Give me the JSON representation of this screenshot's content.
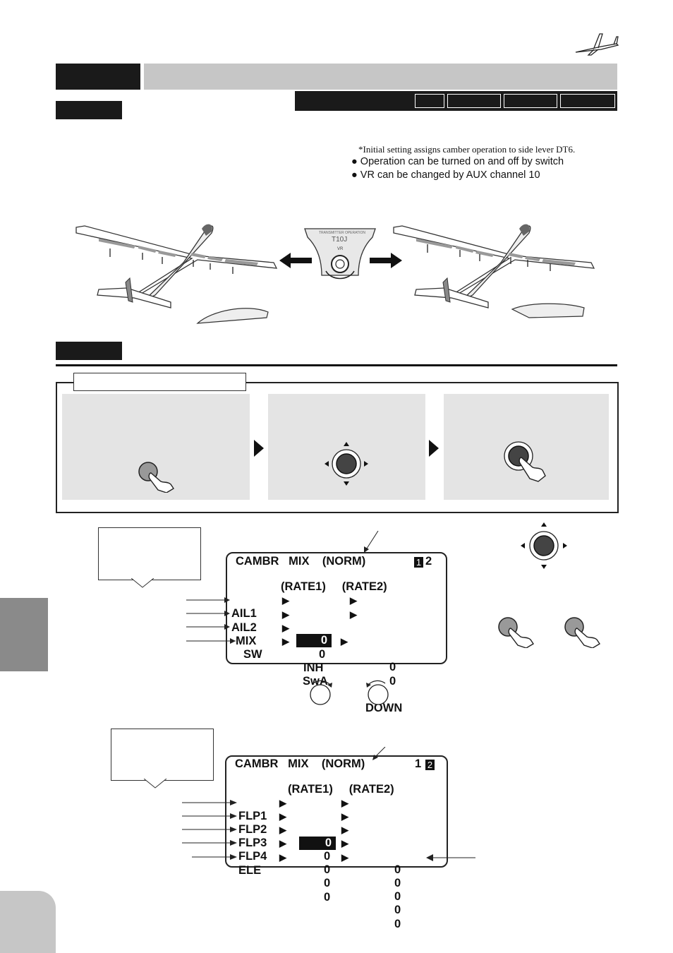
{
  "notes": {
    "initial_setting": "*Initial setting assigns camber operation to side lever DT6.",
    "bullet1": "● Operation can be turned on and off by switch",
    "bullet2": "● VR can be changed by AUX channel 10"
  },
  "transmitter": {
    "brand_text": "TRANSMITTER OPERATION",
    "model_text": "T10J",
    "vr_label": "VR"
  },
  "screen1": {
    "title": "CAMBR   MIX    (NORM)",
    "page_active": "1",
    "page_other": "2",
    "header": "(RATE1)     (RATE2)",
    "rows": [
      {
        "label": "AIL1",
        "v1": "0",
        "v2": "0"
      },
      {
        "label": "AIL2",
        "v1": "0",
        "v2": "0"
      },
      {
        "label": "MIX",
        "v1": "INH"
      },
      {
        "label": "SW",
        "v1": "SwA",
        "v2": "DOWN"
      }
    ]
  },
  "screen2": {
    "title": "CAMBR   MIX    (NORM)",
    "page_other": "1",
    "page_active": "2",
    "header": "(RATE1)     (RATE2)",
    "rows": [
      {
        "label": "FLP1",
        "v1": "0",
        "v2": "0"
      },
      {
        "label": "FLP2",
        "v1": "0",
        "v2": "0"
      },
      {
        "label": "FLP3",
        "v1": "0",
        "v2": "0"
      },
      {
        "label": "FLP4",
        "v1": "0",
        "v2": "0"
      },
      {
        "label": "ELE",
        "v1": "0",
        "v2": "0"
      }
    ]
  },
  "icons": {
    "logo": "glider-logo-icon",
    "plane_left": "glider-flaps-down-icon",
    "plane_right": "glider-flaps-up-icon",
    "button": "press-button-icon",
    "jog": "jog-dial-icon",
    "dial_cw": "rotate-clockwise-icon",
    "dial_ccw": "rotate-counterclockwise-icon"
  }
}
